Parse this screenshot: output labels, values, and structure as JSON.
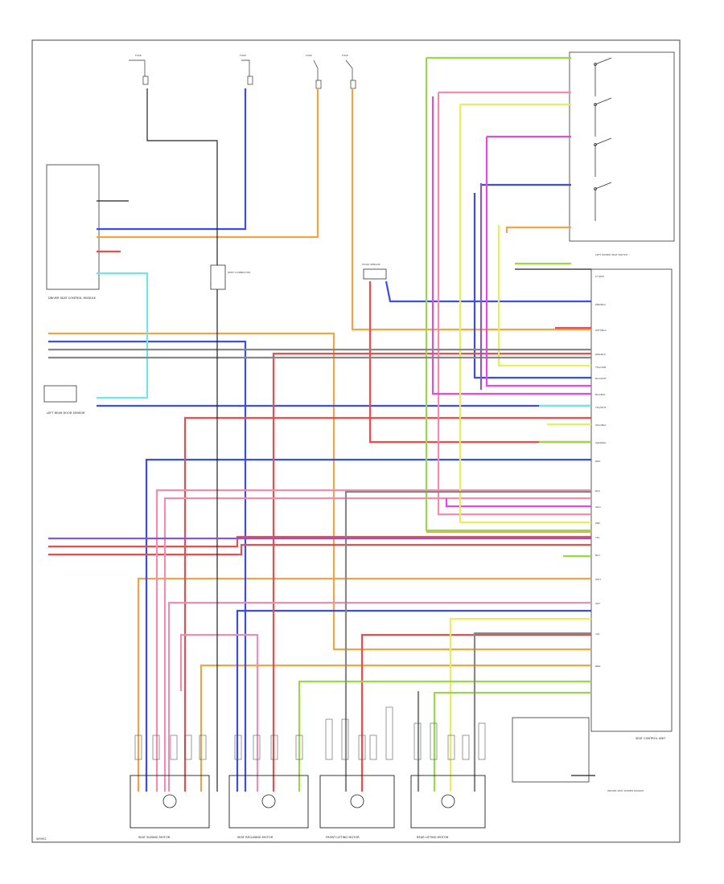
{
  "diagram_id": "W5902",
  "components": {
    "driver_seat_module": "DRIVER SEAT CONTROL MODULE",
    "left_rear_dc": "LEFT REAR DOOR SENSOR",
    "joint_connector": "JOINT CONNECTOR",
    "hood_sensor": "HOOD SENSOR",
    "door_sw_block": "LEFT POWER SEAT SWITCH",
    "ctrl_unit": "SEAT CONTROL UNIT",
    "driver_power_seat": "DRIVER SEAT POWER SOURCE",
    "motor_1": "SEAT SLIDING MOTOR",
    "motor_2": "SEAT RECLINING MOTOR",
    "motor_3": "FRONT LIFTING MOTOR",
    "motor_4": "REAR LIFTING MOTOR"
  },
  "fuse_labels": [
    "FUSE",
    "FUSE",
    "FUSE",
    "FUSE"
  ],
  "wire_colors": {
    "orange": "#f5a244",
    "blue": "#3a4cf0",
    "red": "#f04a4a",
    "pink": "#f08db0",
    "magenta": "#e24ae0",
    "yellow": "#ecec5a",
    "green": "#9ad84a",
    "cyan": "#6ee6ea",
    "gray": "#888888",
    "black": "#222222",
    "purple": "#8a55d8",
    "tan": "#d6b06a"
  },
  "pin_labels": [
    "LT GRN",
    "PNK/BLU",
    "WHT/BLU",
    "RED/BLK",
    "YEL/GRN",
    "BLU/WHT",
    "BLU/BLK",
    "YEL/WHT",
    "ORG/BLK",
    "GRN/BLK",
    "RED",
    "BLK",
    "ORG",
    "PNK",
    "YEL",
    "BLU",
    "WHT",
    "GRY",
    "VIO",
    "BRN"
  ]
}
